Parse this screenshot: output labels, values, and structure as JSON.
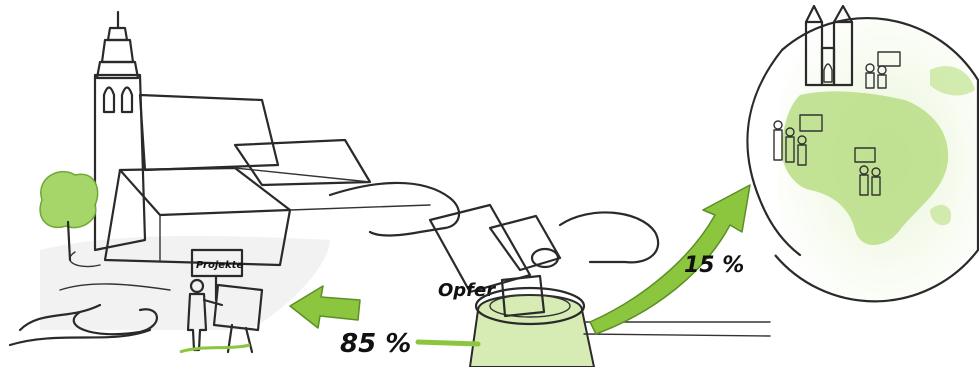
{
  "labels": {
    "sign": "Projekte",
    "offering": "Opfer",
    "local_share": "85 %",
    "global_share": "15 %"
  },
  "colors": {
    "accent_green": "#8cc63f",
    "light_green": "#d6ecb4",
    "ink": "#2a2a2a",
    "shadow_gray": "#e4e4e4"
  },
  "icons": {
    "church": "church-icon",
    "globe": "globe-icon",
    "collection_box": "collection-box-icon",
    "left_arrow": "arrow-left-icon",
    "right_arrow": "arrow-up-right-icon"
  }
}
